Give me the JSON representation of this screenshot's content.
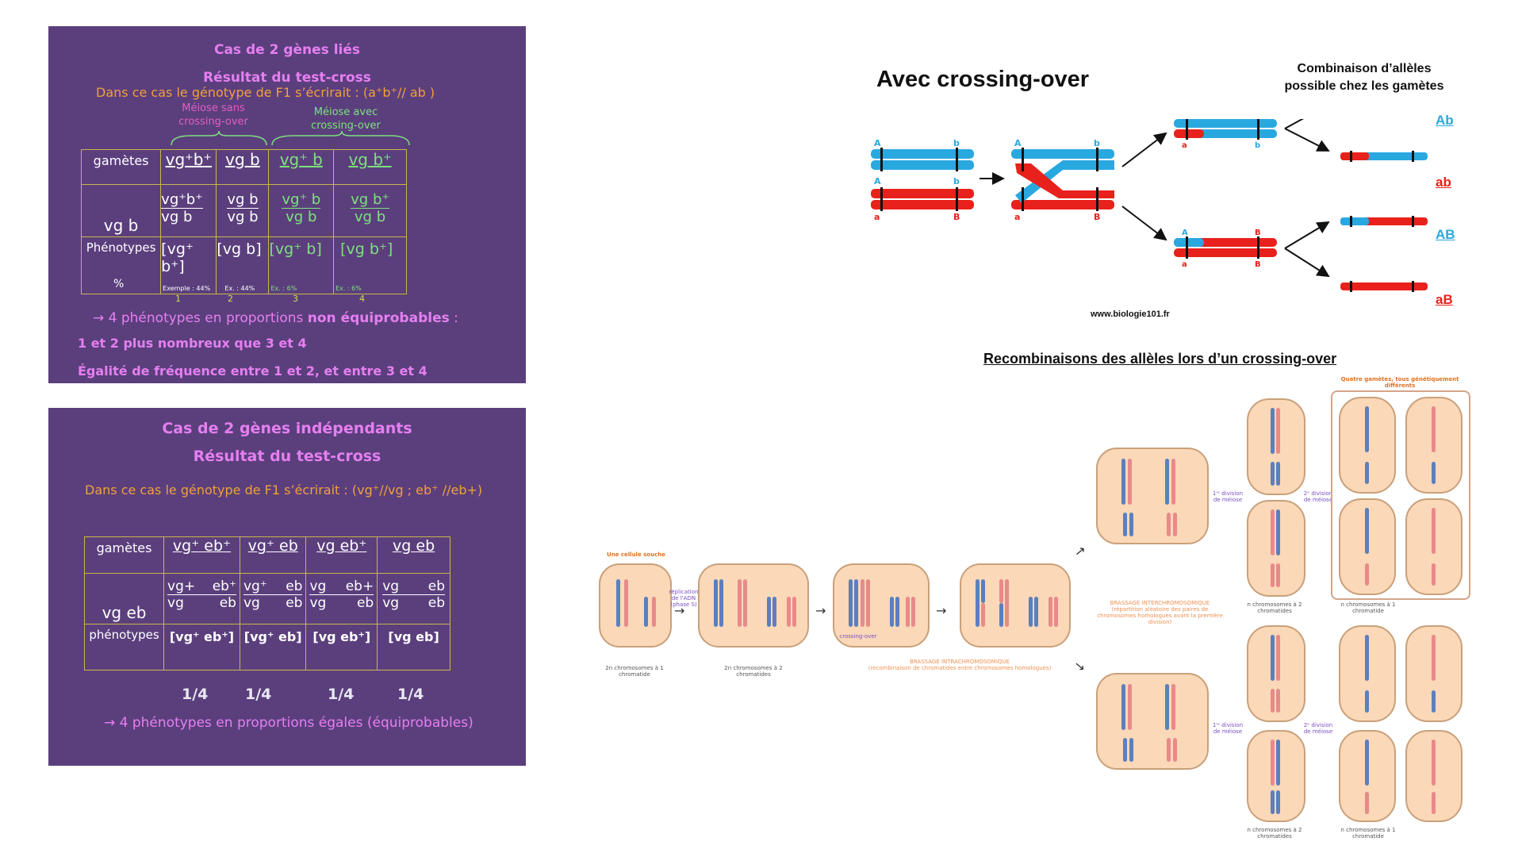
{
  "slide1": {
    "title": "Cas de 2 gènes liés",
    "subtitle": "Résultat du test-cross",
    "genotype_line": "Dans ce cas le génotype de F1 s’écrirait : (a⁺b⁺// ab )",
    "meiosis_without": "Méiose sans crossing-over",
    "meiosis_with": "Méiose avec crossing-over",
    "row_gametes": "gamètes",
    "row_phenotypes": "Phénotypes",
    "row_percent": "%",
    "gametes": [
      "vg⁺b⁺",
      "vg b",
      "vg⁺ b",
      "vg b⁺"
    ],
    "parent": "vg b",
    "genotype_tops": [
      "vg⁺b⁺",
      "vg b",
      "vg⁺ b",
      "vg b⁺"
    ],
    "genotype_bottoms": [
      "vg b",
      "vg b",
      "vg b",
      "vg b"
    ],
    "phenotypes": [
      "[vg⁺ b⁺]",
      "[vg b]",
      "[vg⁺ b]",
      "[vg b⁺]"
    ],
    "percents": [
      "Exemple : 44%",
      "Ex. : 44%",
      "Ex. : 6%",
      "Ex. : 6%"
    ],
    "col_numbers": [
      "1",
      "2",
      "3",
      "4"
    ],
    "conclusion_start": "→ 4 phénotypes en proportions ",
    "conclusion_bold": "non équiprobables",
    "conclusion_end": " :",
    "line2": "1 et 2 plus nombreux que 3 et 4",
    "line3": "Égalité de fréquence entre 1 et 2, et entre 3 et 4"
  },
  "slide2": {
    "title": "Cas de 2 gènes indépendants",
    "subtitle": "Résultat du test-cross",
    "genotype_line": "Dans ce cas le génotype de F1 s’écrirait : (vg⁺//vg  ; eb⁺ //eb+)",
    "row_gametes": "gamètes",
    "row_phenotypes": "phénotypes",
    "gametes": [
      "vg⁺  eb⁺",
      "vg⁺  eb",
      "vg  eb⁺",
      "vg  eb"
    ],
    "parent": "vg  eb",
    "genotype_tops": [
      [
        "vg+",
        "eb⁺"
      ],
      [
        "vg⁺",
        "eb"
      ],
      [
        "vg",
        "eb+"
      ],
      [
        "vg",
        "eb"
      ]
    ],
    "genotype_bottoms": [
      [
        "vg",
        "eb"
      ],
      [
        "vg",
        "eb"
      ],
      [
        "vg",
        "eb"
      ],
      [
        "vg",
        "eb"
      ]
    ],
    "phenotypes": [
      "[vg⁺ eb⁺]",
      "[vg⁺ eb]",
      "[vg eb⁺]",
      "[vg eb]"
    ],
    "fractions": [
      "1/4",
      "1/4",
      "1/4",
      "1/4"
    ],
    "conclusion": "→ 4 phénotypes en proportions égales (équiprobables)"
  },
  "crossing": {
    "title": "Avec crossing-over",
    "combo_title_1": "Combinaison d’allèles",
    "combo_title_2": "possible chez les gamètes",
    "source": "www.biologie101.fr",
    "gametes": [
      "Ab",
      "ab",
      "AB",
      "aB"
    ],
    "allele_A": "A",
    "allele_a": "a",
    "allele_B": "B",
    "allele_b": "b",
    "colors": {
      "blue": "#29a8e0",
      "red": "#e8211c"
    }
  },
  "recomb": {
    "title": "Recombinaisons des allèles lors d’un crossing-over",
    "stem_cell": "Une cellule souche",
    "replication": "réplication de l'ADN (phase S)",
    "crossing_over": "crossing-over",
    "label_2n_1": "2n chromosomes à 1 chromatide",
    "label_2n_2": "2n chromosomes à 2 chromatides",
    "intra": "BRASSAGE INTRACHROMOSOMIQUE",
    "intra_sub": "(recombinaison de chromatides entre chromosomes homologues)",
    "inter": "BRASSAGE INTERCHROMOSOMIQUE",
    "inter_sub": "(répartition aléatoire des paires de chromosomes homologues avant la première division)",
    "div1": "1ʳᵉ division de méiose",
    "div2": "2ᵉ division de méiose",
    "n_2": "n chromosomes à 2 chromatides",
    "n_1": "n chromosomes à 1 chromatide",
    "four_gametes": "Quatre gamètes, tous génétiquement différents"
  }
}
